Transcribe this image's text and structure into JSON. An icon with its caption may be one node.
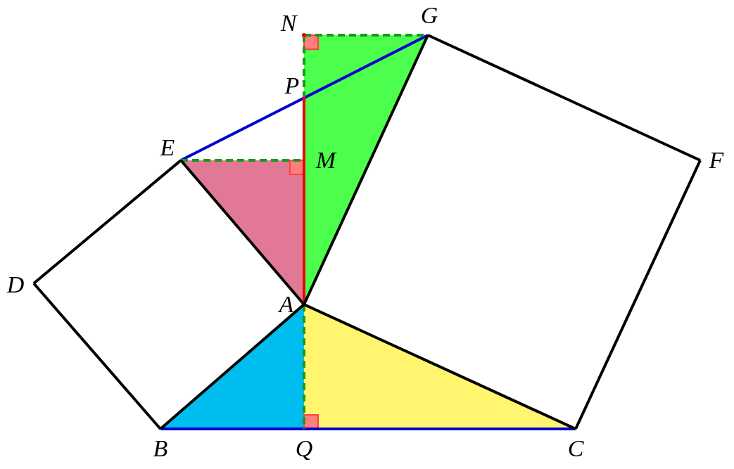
{
  "diagram": {
    "labels": [
      "N",
      "G",
      "P",
      "E",
      "M",
      "F",
      "D",
      "A",
      "B",
      "Q",
      "C"
    ]
  }
}
